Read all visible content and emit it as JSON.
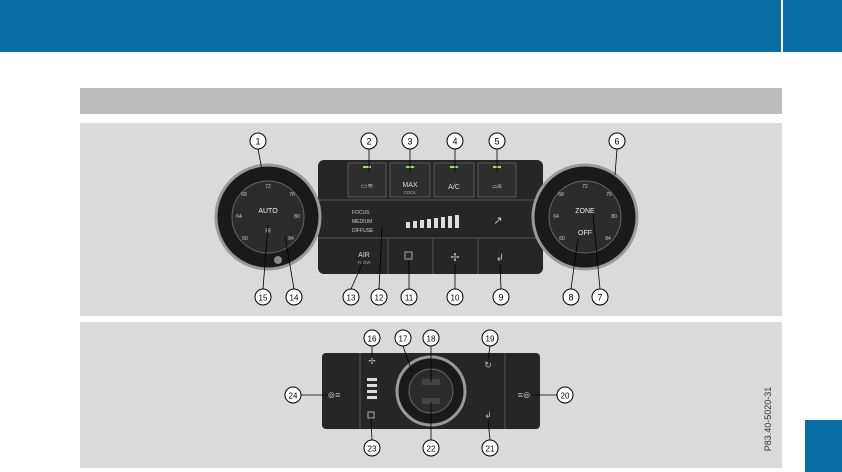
{
  "figure_code": "P83.40-5020-31",
  "upper_panel": {
    "left_dial": {
      "scale": [
        "60",
        "64",
        "68",
        "72",
        "76",
        "80",
        "84"
      ],
      "button_top": "AUTO"
    },
    "right_dial": {
      "scale": [
        "60",
        "64",
        "68",
        "72",
        "76",
        "80",
        "84"
      ],
      "button_top": "ZONE",
      "button_bottom": "OFF"
    },
    "top_buttons": [
      {
        "label": ""
      },
      {
        "label": "MAX",
        "sublabel": "COOL"
      },
      {
        "label": "A/C"
      },
      {
        "label": ""
      }
    ],
    "mode_labels": [
      "FOCUS",
      "MEDIUM",
      "DIFFUSE"
    ],
    "airflow_label": "AIR",
    "airflow_sublabel": "FLOW",
    "callouts": [
      {
        "num": "1"
      },
      {
        "num": "2"
      },
      {
        "num": "3"
      },
      {
        "num": "4"
      },
      {
        "num": "5"
      },
      {
        "num": "6"
      },
      {
        "num": "15"
      },
      {
        "num": "14"
      },
      {
        "num": "13"
      },
      {
        "num": "12"
      },
      {
        "num": "11"
      },
      {
        "num": "10"
      },
      {
        "num": "9"
      },
      {
        "num": "8"
      },
      {
        "num": "7"
      }
    ]
  },
  "lower_panel": {
    "callouts": [
      {
        "num": "16"
      },
      {
        "num": "17"
      },
      {
        "num": "18"
      },
      {
        "num": "19"
      },
      {
        "num": "24"
      },
      {
        "num": "20"
      },
      {
        "num": "23"
      },
      {
        "num": "22"
      },
      {
        "num": "21"
      }
    ]
  },
  "colors": {
    "header": "#0a6ea6",
    "section_bar": "#bcbcbc",
    "panel": "#dadada",
    "control_dark": "#1a1a1a"
  }
}
